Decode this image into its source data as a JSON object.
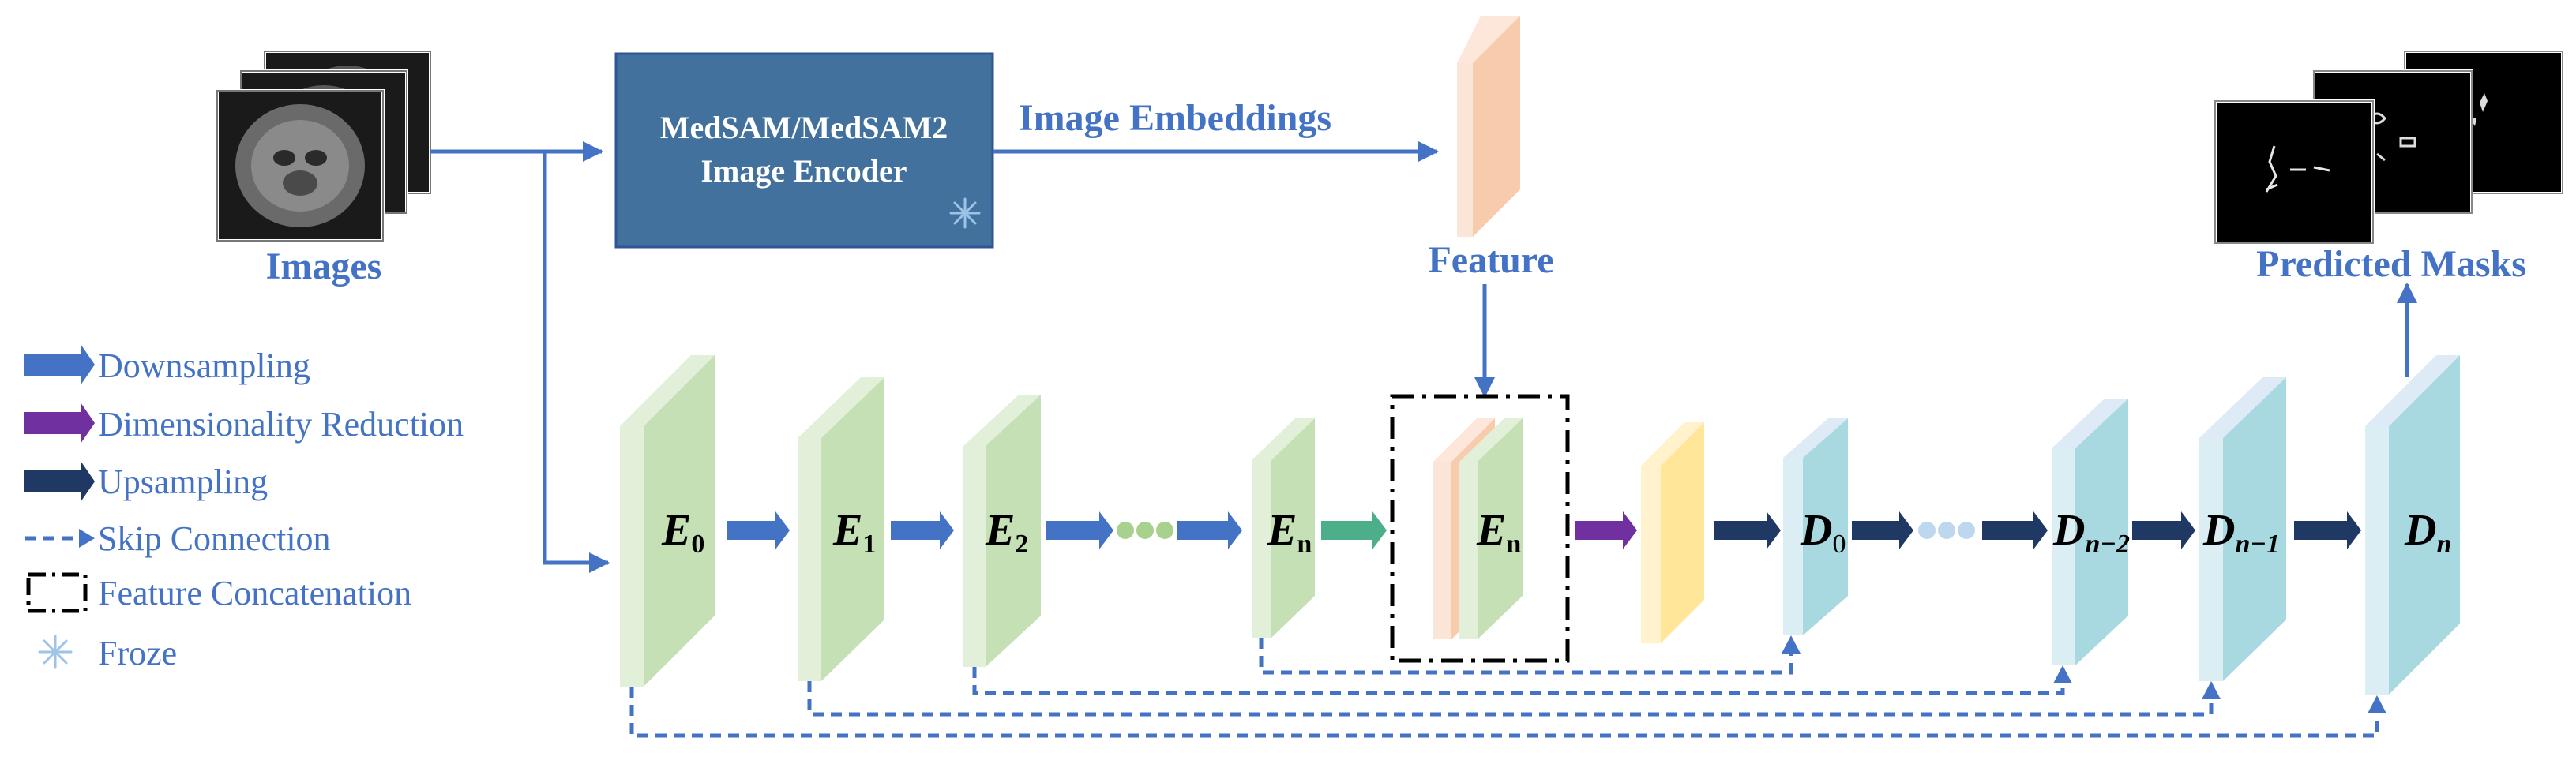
{
  "labels": {
    "images": "Images",
    "encoder_line1": "MedSAM/MedSAM2",
    "encoder_line2": "Image Encoder",
    "image_embeddings": "Image Embeddings",
    "feature": "Feature",
    "predicted_masks": "Predicted Masks"
  },
  "legend": [
    {
      "label": "Downsampling",
      "style": "downsampling",
      "color": "#4472C4"
    },
    {
      "label": "Dimensionality Reduction",
      "style": "dim-reduction",
      "color": "#7030A0"
    },
    {
      "label": "Upsampling",
      "style": "upsampling",
      "color": "#1F3864"
    },
    {
      "label": "Skip Connection",
      "style": "skip",
      "color": "#4472C4"
    },
    {
      "label": "Feature Concatenation",
      "style": "concat",
      "color": "#000000"
    },
    {
      "label": "Froze",
      "style": "froze",
      "color": "#9DC3E6"
    }
  ],
  "blocks": {
    "encoders": [
      {
        "var": "E",
        "sub": "0"
      },
      {
        "var": "E",
        "sub": "1"
      },
      {
        "var": "E",
        "sub": "2"
      },
      {
        "var": "E",
        "sub": "n"
      }
    ],
    "concat_block": {
      "var": "E",
      "sub": "n"
    },
    "decoders": [
      {
        "var": "D",
        "sub": "0"
      },
      {
        "var": "D",
        "sub": "n−2"
      },
      {
        "var": "D",
        "sub": "n−1"
      },
      {
        "var": "D",
        "sub": "n"
      }
    ]
  },
  "colors": {
    "encoder_box": "#41719C",
    "encoder_block": "#C5E0B4",
    "decoder_block": "#A8D8E0",
    "feature_block": "#F8CBAD",
    "reduced_block": "#FFE699",
    "downsample_arrow": "#4472C4",
    "dim_reduction_arrow": "#7030A0",
    "upsample_arrow": "#1F3864",
    "bridge_arrow": "#4CAF8A",
    "flow_line": "#4472C4"
  }
}
